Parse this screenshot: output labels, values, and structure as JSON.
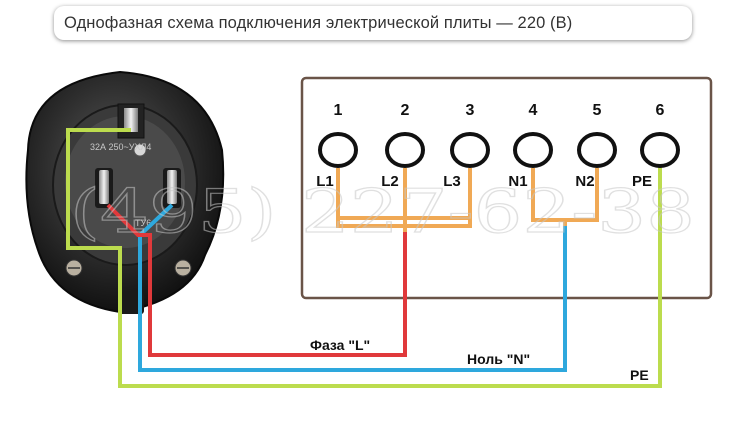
{
  "title": "Однофазная схема подключения электрической плиты — 220 (В)",
  "socket": {
    "rating_text": "32А  250~УХЛ4",
    "mark": "ТУ6"
  },
  "terminals": [
    {
      "number": "1",
      "label": "L1"
    },
    {
      "number": "2",
      "label": "L2"
    },
    {
      "number": "3",
      "label": "L3"
    },
    {
      "number": "4",
      "label": "N1"
    },
    {
      "number": "5",
      "label": "N2"
    },
    {
      "number": "6",
      "label": "PE"
    }
  ],
  "wires": {
    "phase_label": "Фаза \"L\"",
    "neutral_label": "Ноль \"N\"",
    "pe_label": "PE"
  },
  "watermark": "(495) 227-62-38",
  "colors": {
    "phase": "#e0393b",
    "neutral": "#2ea8dd",
    "pe": "#bcdc4e",
    "jumper": "#f0a955",
    "frame": "#6a5448"
  }
}
